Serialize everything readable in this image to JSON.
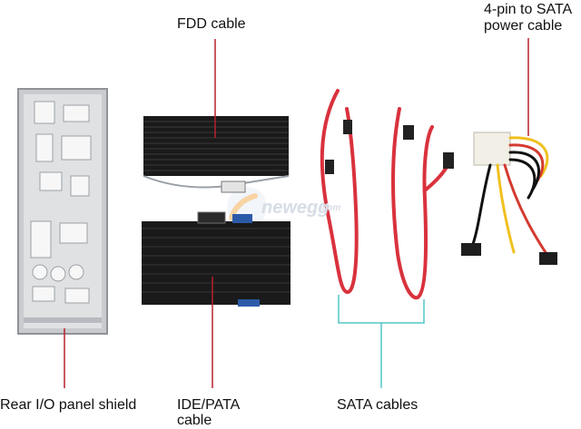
{
  "labels": {
    "fdd_cable": "FDD cable",
    "power_cable_line1": "4-pin to SATA",
    "power_cable_line2": "power cable",
    "io_shield": "Rear I/O panel shield",
    "ide_cable_line1": "IDE/PATA",
    "ide_cable_line2": "cable",
    "sata_cables": "SATA cables"
  },
  "watermark": {
    "brand": "newegg",
    "suffix": ".com"
  },
  "colors": {
    "leader_red": "#b8202c",
    "leader_teal": "#54c5c7",
    "sata_red": "#d9323d",
    "ribbon_black": "#1a1a1a",
    "shield_metal": "#c9cbce",
    "wire_yellow": "#f0c020",
    "molex_white": "#f2f0e6"
  }
}
